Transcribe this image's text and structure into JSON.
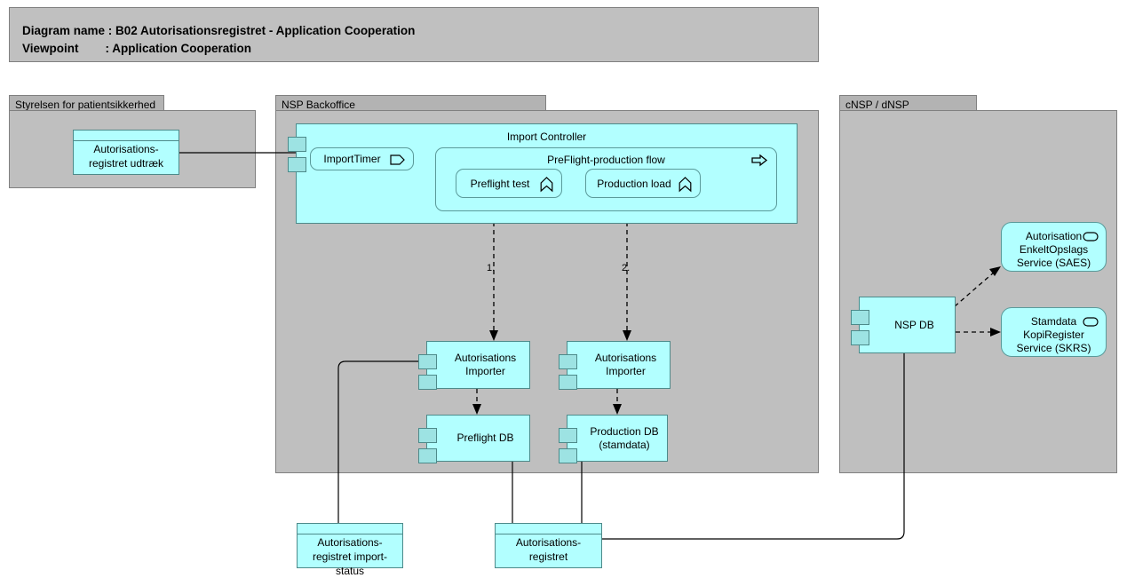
{
  "header": {
    "line1": "Diagram name : B02 Autorisationsregistret - Application Cooperation",
    "line2": "Viewpoint        : Application Cooperation"
  },
  "groups": [
    {
      "id": "styrelsen",
      "label": "Styrelsen for patientsikkerhed"
    },
    {
      "id": "nsp-backoffice",
      "label": "NSP Backoffice"
    },
    {
      "id": "cnsp-dnsp",
      "label": "cNSP / dNSP"
    }
  ],
  "nodes": {
    "autorisationsregistret_udtraek": {
      "label": "Autorisations-\nregistret udtræk",
      "type": "data-object"
    },
    "import_controller": {
      "label": "Import Controller",
      "type": "application-component"
    },
    "import_timer": {
      "label": "ImportTimer",
      "type": "application-event",
      "icon": "application-event-icon"
    },
    "preflight_production_flow": {
      "label": "PreFlight-production flow",
      "type": "application-process",
      "icon": "application-process-icon"
    },
    "preflight_test": {
      "label": "Preflight test",
      "type": "application-function",
      "icon": "application-function-icon"
    },
    "production_load": {
      "label": "Production load",
      "type": "application-function",
      "icon": "application-function-icon"
    },
    "importer_left": {
      "label": "Autorisations\nImporter",
      "type": "application-component"
    },
    "importer_right": {
      "label": "Autorisations\nImporter",
      "type": "application-component"
    },
    "preflight_db": {
      "label": "Preflight DB",
      "type": "application-component"
    },
    "production_db": {
      "label": "Production DB\n(stamdata)",
      "type": "application-component"
    },
    "nsp_db": {
      "label": "NSP DB",
      "type": "application-component"
    },
    "saes": {
      "label": "Autorisation\nEnkeltOpslags\nService (SAES)",
      "type": "application-service",
      "icon": "application-service-icon"
    },
    "skrs": {
      "label": "Stamdata\nKopiRegister\nService (SKRS)",
      "type": "application-service",
      "icon": "application-service-icon"
    },
    "import_status": {
      "label": "Autorisations-\nregistret import-\nstatus",
      "type": "data-object"
    },
    "autorisationsregistret": {
      "label": "Autorisations-\nregistret",
      "type": "data-object"
    }
  },
  "sequence_labels": {
    "step1": "1.",
    "step2": "2."
  },
  "colors": {
    "app_fill": "#B2FFFF",
    "app_stroke": "#4D8A8A",
    "group_fill": "#BFBFBF",
    "group_tab_fill": "#B3B3B3",
    "group_stroke": "#808080",
    "header_fill": "#C0C0C0",
    "line": "#000000"
  }
}
